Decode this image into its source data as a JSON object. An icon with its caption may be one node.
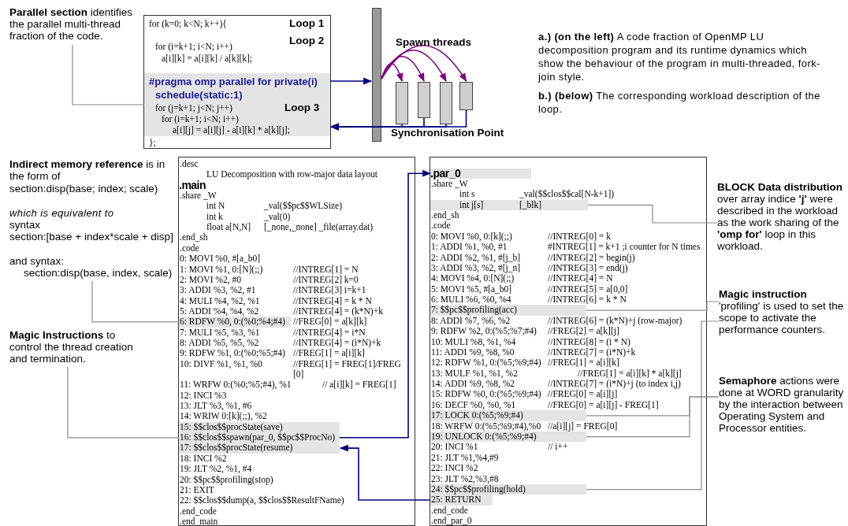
{
  "diagram": {
    "nodes": [
      {
        "text": [
          "for (k=0; k<N; k++){",
          "Loop 1",
          "for (i=k+1; i<N; i++)",
          "Loop 2",
          "a[i][k] = a[i][k] / a[k][k];",
          "};"
        ]
      },
      {
        "text": [
          "#pragma omp parallel for private(i) schedule(static:1)",
          "for (j=k+1; j<N; j++)",
          "Loop 3",
          "for (i=k+1; i<N; i++)",
          "a[i][j] = a[i][j] - a[i][k] * a[k][j];"
        ],
        "in": 0
      },
      {
        "text": [],
        "shape": "bar"
      },
      {
        "text": [],
        "shape": "bar"
      },
      {
        "text": [],
        "shape": "bar"
      },
      {
        "text": [],
        "shape": "bar"
      },
      {
        "text": [],
        "shape": "bar"
      },
      {
        "text": [
          "**Parallel section** identifies the parallel multi-thread fraction of the code."
        ]
      },
      {
        "text": [
          "**Indirect memory reference** is in the form of",
          "section:disp(base; index; scale)",
          "which is equivalent to",
          "syntax",
          "section:[base + index*scale + disp]",
          "and syntax:",
          "section:disp(base, index, scale)"
        ]
      },
      {
        "text": [
          "**Magic Instructions** to control the thread creation and termination."
        ]
      },
      {
        "text": [
          ".desc",
          "LU Decomposition with row-major data layout",
          ".main",
          ".share _W",
          "int N",
          "_val($$pc$$WLSize)",
          "int k",
          "_val(0)",
          "float a[N,N]",
          "[_none,_none] _file(array.dat)",
          ".end_sh",
          ".code",
          "0: MOVI %0, #[a_b0]",
          "1: MOVI %1, 0:[N](;;)",
          "//INTREG[1] = N",
          "2: MOVI %2, #0",
          "//INTREG[2] k=0",
          "3: ADDI %3, %2, #1",
          "//INTREG[3] i=k+1",
          "4: MULI %4, %2, %1",
          "//INTREG[4] = k * N",
          "5: ADDI %4, %4, %2",
          "//INTREG[4] = (k*N)+k",
          "//FREG[0] = a[k][k]",
          "7: MULI %5, %3, %1",
          "//INTREG[4] = i*N",
          "8: ADDI %5, %5, %2",
          "//INTREG[4] = (i*N)+k",
          "9: RDFW %1, 0:(%0;%5;#4)",
          "//FREG[1] = a[i][k]",
          "10: DIVF %1, %1, %0",
          "//FREG[1] = FREG[1]/FREG [0]",
          "11: WRFW 0:(%0;%5;#4), %1",
          "// a[i][k] = FREG[1]",
          "12: INCI %3",
          "13: JLT %3, %1, #6",
          "14: WRIW 0:[k](;;), %2",
          "18: INCI %2",
          "19: JLT %2, %1, #4",
          "20: $$pc$$profiling(stop)",
          "21: EXIT",
          "22: $$clos$$dump(a, $$clos$$ResultFName)",
          ".end_code",
          ".end_main"
        ]
      },
      {
        "text": [
          "6: RDFW %0, 0:(%0;%4;#4)"
        ],
        "in": 10
      },
      {
        "text": [
          "15: $$clos$$procState(save)"
        ],
        "in": 10
      },
      {
        "text": [
          "16: $$clos$$spawn(par_0, $$pc$$ProcNo)"
        ],
        "in": 10
      },
      {
        "text": [
          "17: $$clos$$procState(resume)"
        ],
        "in": 10
      },
      {
        "text": [
          ".share _W",
          "int s",
          "_val($$clos$$cal[N-k+1])",
          ".end_sh",
          ".code",
          "0: MOVI %0, 0:[k](;;)",
          "//INTREG[0] = k",
          "1: ADDI %1, %0, #1",
          "#INTREG[1] = k+1 ;i counter for N times",
          "2: ADDI %2, %1, #[j_b]",
          "//INTREG[2] = begin(j)",
          "3: ADDI %3, %2, #[j_n]",
          "//INTREG[3] = end(j)",
          "4: MOVI %4, 0:[N](;;)",
          "//INTREG[4] = N",
          "5: MOVI %5, #[a_b0]",
          "//INTREG[5] = a[0,0]",
          "6: MULI %6, %0, %4",
          "//INTREG[6] = k * N",
          "8: ADDI %7, %6, %2",
          "//INTREG[6] = (k*N)+j (row-major)",
          "9: RDFW %2, 0:(%5;%7;#4)",
          "//FREG[2] = a[k][j]",
          "10: MULI %8, %1, %4",
          "//INTREG[8] = (i * N)",
          "11: ADDI %9, %8, %0",
          "//INTREG[7] = (i*N)+k",
          "12: RDFW %1, 0:(%5;%9;#4)",
          "//FREG[1] = a[i][k]",
          "13: MULF %1, %1, %2",
          "//FREG[1] = a[i][k] * a[k][j]",
          "14: ADDI %9, %8, %2",
          "//INTREG[7] = (i*N)+j (to index i,j)",
          "15: RDFW %0, 0:(%5;%9;#4)",
          "//FREG[0] = a[i][j]",
          "16: DECF %0, %0, %1",
          "//FREG[0] = a[i][j] - FREG[1]",
          "18: WRFW 0:(%5;%9;#4),%0",
          "//a[i][j] = FREG[0]",
          "20: INCI %1",
          "// i++",
          "21: JLT %1,%4,#9",
          "22: INCI %2",
          "23: JLT %2,%3,#8",
          ".end_code",
          ".end_par_0"
        ]
      },
      {
        "text": [
          ".par_0"
        ],
        "in": 15
      },
      {
        "text": [
          "int j[s]",
          "[_blk]"
        ],
        "in": 15
      },
      {
        "text": [
          "7: $$pc$$profiling(acc)"
        ],
        "in": 15
      },
      {
        "text": [
          "17: LOCK 0:(%5;%9;#4)"
        ],
        "in": 15
      },
      {
        "text": [
          "19: UNLOCK 0:(%5;%9;#4)"
        ],
        "in": 15
      },
      {
        "text": [
          "24: $$pc$$profiling(hold)"
        ],
        "in": 15
      },
      {
        "text": [
          "25: RETURN"
        ],
        "in": 15
      },
      {
        "text": [
          "**BLOCK Data distribution** over array indice **'j'** were described in the workload as the work sharing of the **'omp for'** loop in this workload."
        ]
      },
      {
        "text": [
          "Magic instruction",
          "'profiling' is used to set the scope to activate the performance counters."
        ]
      },
      {
        "text": [
          "**Semaphore** actions were done at WORD granularity by the interaction between Operating System and Processor entities."
        ]
      }
    ],
    "edges": [
      {
        "from": 7,
        "to": 1,
        "arrow": "none"
      },
      {
        "from": 1,
        "to": 2,
        "arrow": "to",
        "color": "#000080"
      },
      {
        "from": 2,
        "to": 3,
        "arrow": "to",
        "color": "#800080"
      },
      {
        "from": 2,
        "to": 4,
        "arrow": "to",
        "color": "#800080"
      },
      {
        "from": 2,
        "to": 5,
        "arrow": "to",
        "color": "#800080"
      },
      {
        "from": 2,
        "to": 6,
        "arrow": "to",
        "color": "#800080"
      },
      {
        "from": 3,
        "to": 1,
        "arrow": "to",
        "color": "#000080"
      },
      {
        "from": 4,
        "to": 1,
        "arrow": "to",
        "color": "#000080"
      },
      {
        "from": 5,
        "to": 1,
        "arrow": "to",
        "color": "#000080"
      },
      {
        "from": 6,
        "to": 1,
        "arrow": "to",
        "color": "#000080"
      },
      {
        "from": 8,
        "to": 11,
        "arrow": "none"
      },
      {
        "from": 9,
        "to": 13,
        "arrow": "none"
      },
      {
        "from": 13,
        "to": 16,
        "arrow": "to",
        "color": "#000080"
      },
      {
        "from": 22,
        "to": 14,
        "arrow": "to",
        "color": "#000080"
      },
      {
        "from": 23,
        "to": 17,
        "arrow": "none"
      },
      {
        "from": 24,
        "to": 18,
        "arrow": "none"
      },
      {
        "from": 24,
        "to": 21,
        "arrow": "none"
      },
      {
        "from": 25,
        "to": 19,
        "arrow": "none"
      },
      {
        "from": 25,
        "to": 20,
        "arrow": "none"
      }
    ],
    "labels": [
      "**a.) (on the left)** A code fraction of OpenMP LU decomposition program and its runtime dynamics which show the behaviour of the program in multi-threaded, fork-join style.",
      "Spawn threads",
      "**b.) (below)** The corresponding workload description of the loop.",
      "Synchronisation Point"
    ]
  }
}
